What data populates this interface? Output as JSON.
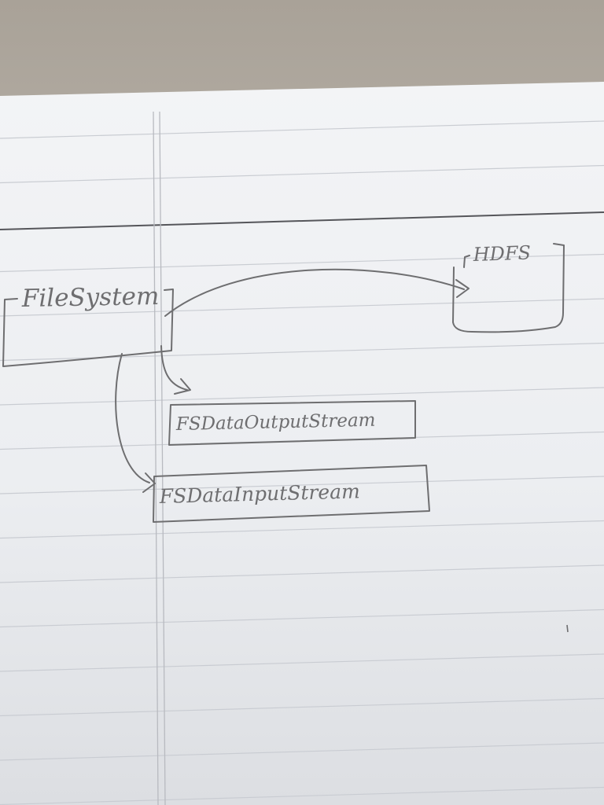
{
  "diagram": {
    "nodes": {
      "filesystem": {
        "label": "FileSystem"
      },
      "hdfs": {
        "label": "HDFS"
      },
      "output_stream": {
        "label": "FSDataOutputStream"
      },
      "input_stream": {
        "label": "FSDataInputStream"
      }
    },
    "edges": [
      {
        "from": "filesystem",
        "to": "hdfs"
      },
      {
        "from": "filesystem",
        "to": "output_stream"
      },
      {
        "from": "filesystem",
        "to": "input_stream"
      }
    ]
  },
  "colors": {
    "paper": "#f1f2f4",
    "ruling": "#c9ccd2",
    "margin_line": "#b8bac0",
    "pencil": "#6e6e70"
  }
}
